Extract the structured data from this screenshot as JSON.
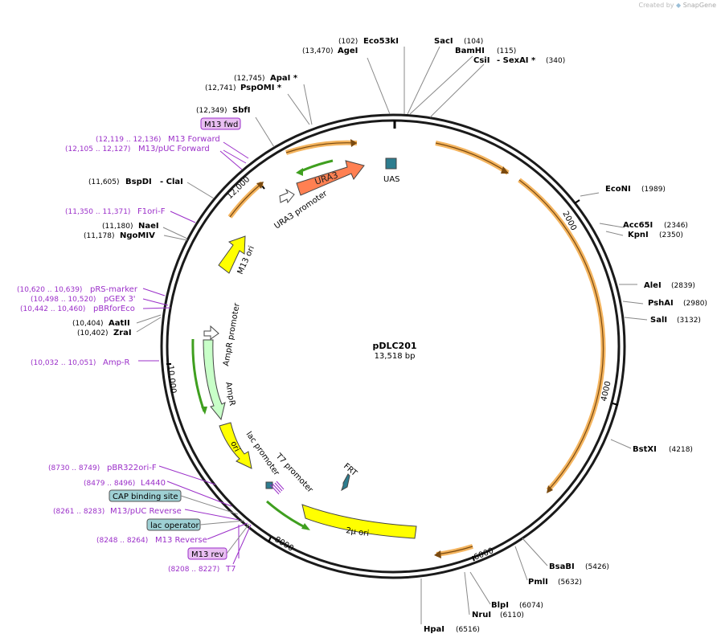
{
  "credit": {
    "prefix": "Created by",
    "brand": "SnapGene"
  },
  "map": {
    "name": "pDLC201",
    "length_label": "13,518 bp",
    "total_bp": 13518,
    "colors": {
      "backbone": "#1a1a1a",
      "enzyme_text": "#000000",
      "primer": "#9b2fc9",
      "leader": "#888888",
      "arrow_yellow": "#ffff00",
      "arrow_orange": "#ff8052",
      "arrow_green": "#c8ffc8",
      "orf_orange": "#f4b45e",
      "orf_green": "#3f9f1f",
      "feature_teal": "#2d7d8f",
      "label_box_purple": "#e9bff2",
      "label_box_blue": "#9ed0d4"
    },
    "ticks": [
      "2000",
      "4000",
      "6000",
      "8000",
      "10,000",
      "12,000"
    ],
    "enzymes": [
      {
        "name": "Eco53kI",
        "pos": "(102)",
        "bp": 102
      },
      {
        "name": "AgeI",
        "pos": "(13,470)",
        "bp": 13470
      },
      {
        "name": "SacI",
        "pos": "(104)",
        "bp": 104
      },
      {
        "name": "BamHI",
        "pos": "(115)",
        "bp": 115
      },
      {
        "name": "CsiI",
        "extra": "- SexAI *",
        "pos": "(340)",
        "bp": 340
      },
      {
        "name": "ApaI *",
        "pos": "(12,745)",
        "bp": 12745
      },
      {
        "name": "PspOMI *",
        "pos": "(12,741)",
        "bp": 12741
      },
      {
        "name": "SbfI",
        "pos": "(12,349)",
        "bp": 12349
      },
      {
        "name": "BspDI",
        "extra": "- ClaI",
        "pos": "(11,605)",
        "bp": 11605
      },
      {
        "name": "NaeI",
        "pos": "(11,180)",
        "bp": 11180
      },
      {
        "name": "NgoMIV",
        "pos": "(11,178)",
        "bp": 11178
      },
      {
        "name": "AatII",
        "pos": "(10,404)",
        "bp": 10404
      },
      {
        "name": "ZraI",
        "pos": "(10,402)",
        "bp": 10402
      },
      {
        "name": "EcoNI",
        "pos": "(1989)",
        "bp": 1989
      },
      {
        "name": "Acc65I",
        "pos": "(2346)",
        "bp": 2346
      },
      {
        "name": "KpnI",
        "pos": "(2350)",
        "bp": 2350
      },
      {
        "name": "AleI",
        "pos": "(2839)",
        "bp": 2839
      },
      {
        "name": "PshAI",
        "pos": "(2980)",
        "bp": 2980
      },
      {
        "name": "SalI",
        "pos": "(3132)",
        "bp": 3132
      },
      {
        "name": "BstXI",
        "pos": "(4218)",
        "bp": 4218
      },
      {
        "name": "BsaBI",
        "pos": "(5426)",
        "bp": 5426
      },
      {
        "name": "PmlI",
        "pos": "(5632)",
        "bp": 5632
      },
      {
        "name": "BlpI",
        "pos": "(6074)",
        "bp": 6074
      },
      {
        "name": "NruI",
        "pos": "(6110)",
        "bp": 6110
      },
      {
        "name": "HpaI",
        "pos": "(6516)",
        "bp": 6516
      }
    ],
    "primers": [
      {
        "name": "M13 Forward",
        "range": "(12,119 .. 12,136)"
      },
      {
        "name": "M13/pUC Forward",
        "range": "(12,105 .. 12,127)"
      },
      {
        "name": "F1ori-F",
        "range": "(11,350 .. 11,371)"
      },
      {
        "name": "pRS-marker",
        "range": "(10,620 .. 10,639)"
      },
      {
        "name": "pGEX 3'",
        "range": "(10,498 .. 10,520)"
      },
      {
        "name": "pBRforEco",
        "range": "(10,442 .. 10,460)"
      },
      {
        "name": "Amp-R",
        "range": "(10,032 .. 10,051)"
      },
      {
        "name": "pBR322ori-F",
        "range": "(8730 .. 8749)"
      },
      {
        "name": "L4440",
        "range": "(8479 .. 8496)"
      },
      {
        "name": "M13/pUC Reverse",
        "range": "(8261 .. 8283)"
      },
      {
        "name": "M13 Reverse",
        "range": "(8248 .. 8264)"
      },
      {
        "name": "T7",
        "range": "(8208 .. 8227)"
      }
    ],
    "boxed_labels": {
      "m13_fwd": "M13 fwd",
      "cap": "CAP binding site",
      "lac_op": "lac operator",
      "m13_rev": "M13 rev"
    },
    "features": {
      "ura3": "URA3",
      "ura3_promoter": "URA3 promoter",
      "uas": "UAS",
      "m13_ori": "M13 ori",
      "ampr_promoter": "AmpR promoter",
      "ampr": "AmpR",
      "ori": "ori",
      "lac_promoter": "lac promoter",
      "t7_promoter": "T7 promoter",
      "frt": "FRT",
      "two_micron": "2μ ori"
    }
  }
}
